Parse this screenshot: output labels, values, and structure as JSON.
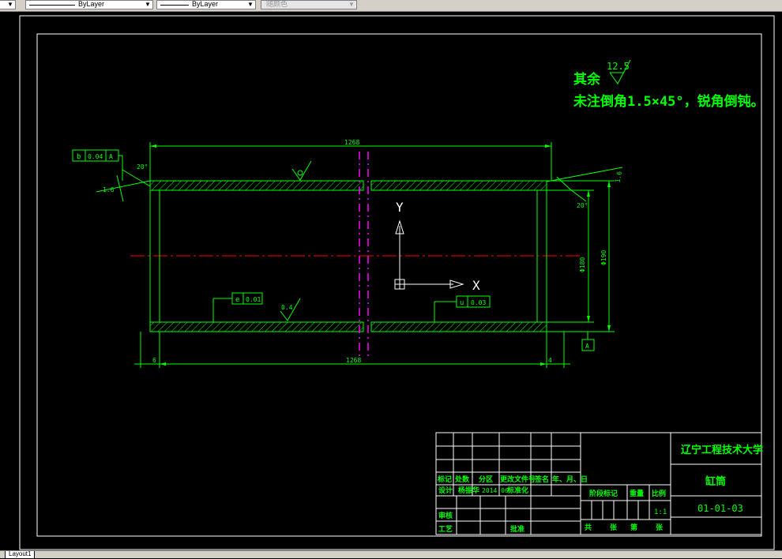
{
  "toolbar": {
    "linetype": "ByLayer",
    "lineweight": "ByLayer",
    "plotstyle": "随颜色"
  },
  "tabs": {
    "layout": "Layout1"
  },
  "notes": {
    "rest_label": "其余",
    "rest_roughness": "12.5",
    "chamfer_note": "未注倒角1.5×45°，锐角倒钝。"
  },
  "dimensions": {
    "overall_top": "1268",
    "overall_bottom": "1268",
    "left_offset": "6",
    "right_offset": "4",
    "angle_left": "20°",
    "angle_right": "20°",
    "chamfer_left": "1.6",
    "chamfer_right": "1.6",
    "inner_dia": "Φ180",
    "outer_dia": "Φ190"
  },
  "tolerances": {
    "runout": {
      "symbol": "b",
      "value": "0.04",
      "datum": "A"
    },
    "straightness": {
      "symbol": "e",
      "value": "0.01"
    },
    "cylindricity": {
      "symbol": "u",
      "value": "0.03"
    },
    "datum_box": "A"
  },
  "roughness": {
    "top": "",
    "bottom": "0.4"
  },
  "ucs": {
    "x": "X",
    "y": "Y"
  },
  "title_block": {
    "university": "辽宁工程技术大学",
    "part_name": "缸筒",
    "drawing_no": "01-01-03",
    "scale": "1:1",
    "headers": [
      "标记",
      "处数",
      "分区",
      "更改文件号",
      "签名",
      "年、月、日"
    ],
    "design_label": "设计",
    "designer": "杨振华",
    "design_date": "2014.06",
    "std_label": "标准化",
    "stage_label": "阶段标记",
    "weight_label": "重量",
    "scale_label": "比例",
    "review_label": "审核",
    "process_label": "工艺",
    "approve_label": "批准",
    "sheets_total": "共",
    "sheets_unit1": "张",
    "sheet_no": "第",
    "sheets_unit2": "张"
  },
  "colors": {
    "geometry": "#00ff00",
    "centerline": "#ff0000",
    "section_line": "#ff00ff",
    "frame": "#ffffff",
    "ucs": "#ffffff"
  }
}
